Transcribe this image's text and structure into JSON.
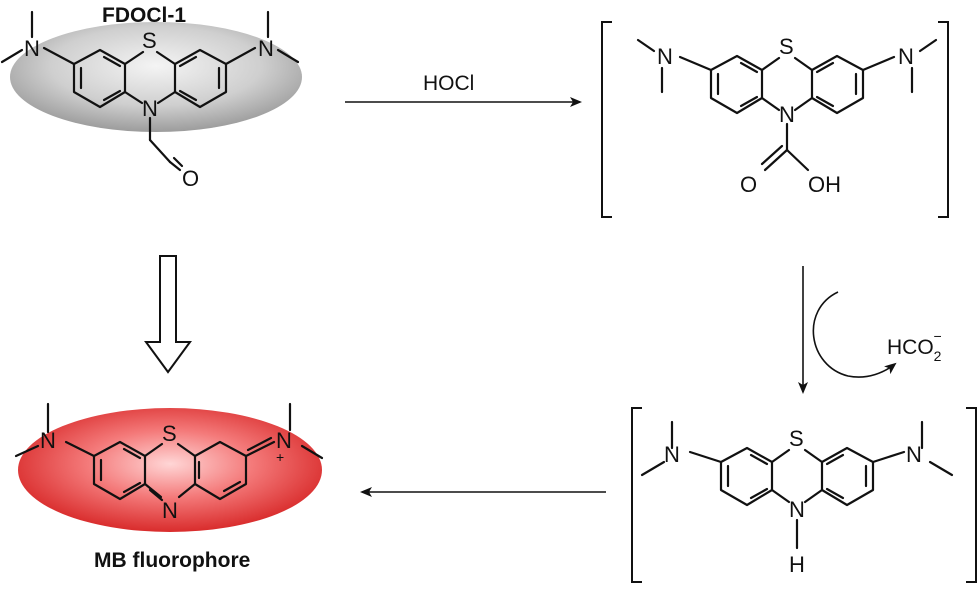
{
  "labels": {
    "probe_name": "FDOCl-1",
    "product_name": "MB fluorophore",
    "reagent": "HOCl",
    "byproduct_main": "HCO",
    "byproduct_sub": "2",
    "byproduct_charge": "−"
  },
  "atoms": {
    "sulfur": "S",
    "nitrogen": "N",
    "oxygen": "O",
    "hydroxyl": "OH",
    "hydrogen": "H",
    "plus": "+"
  },
  "colors": {
    "probe_highlight": "#b5b5b5",
    "fluorophore_highlight": "#e83030",
    "ink": "#111111"
  }
}
